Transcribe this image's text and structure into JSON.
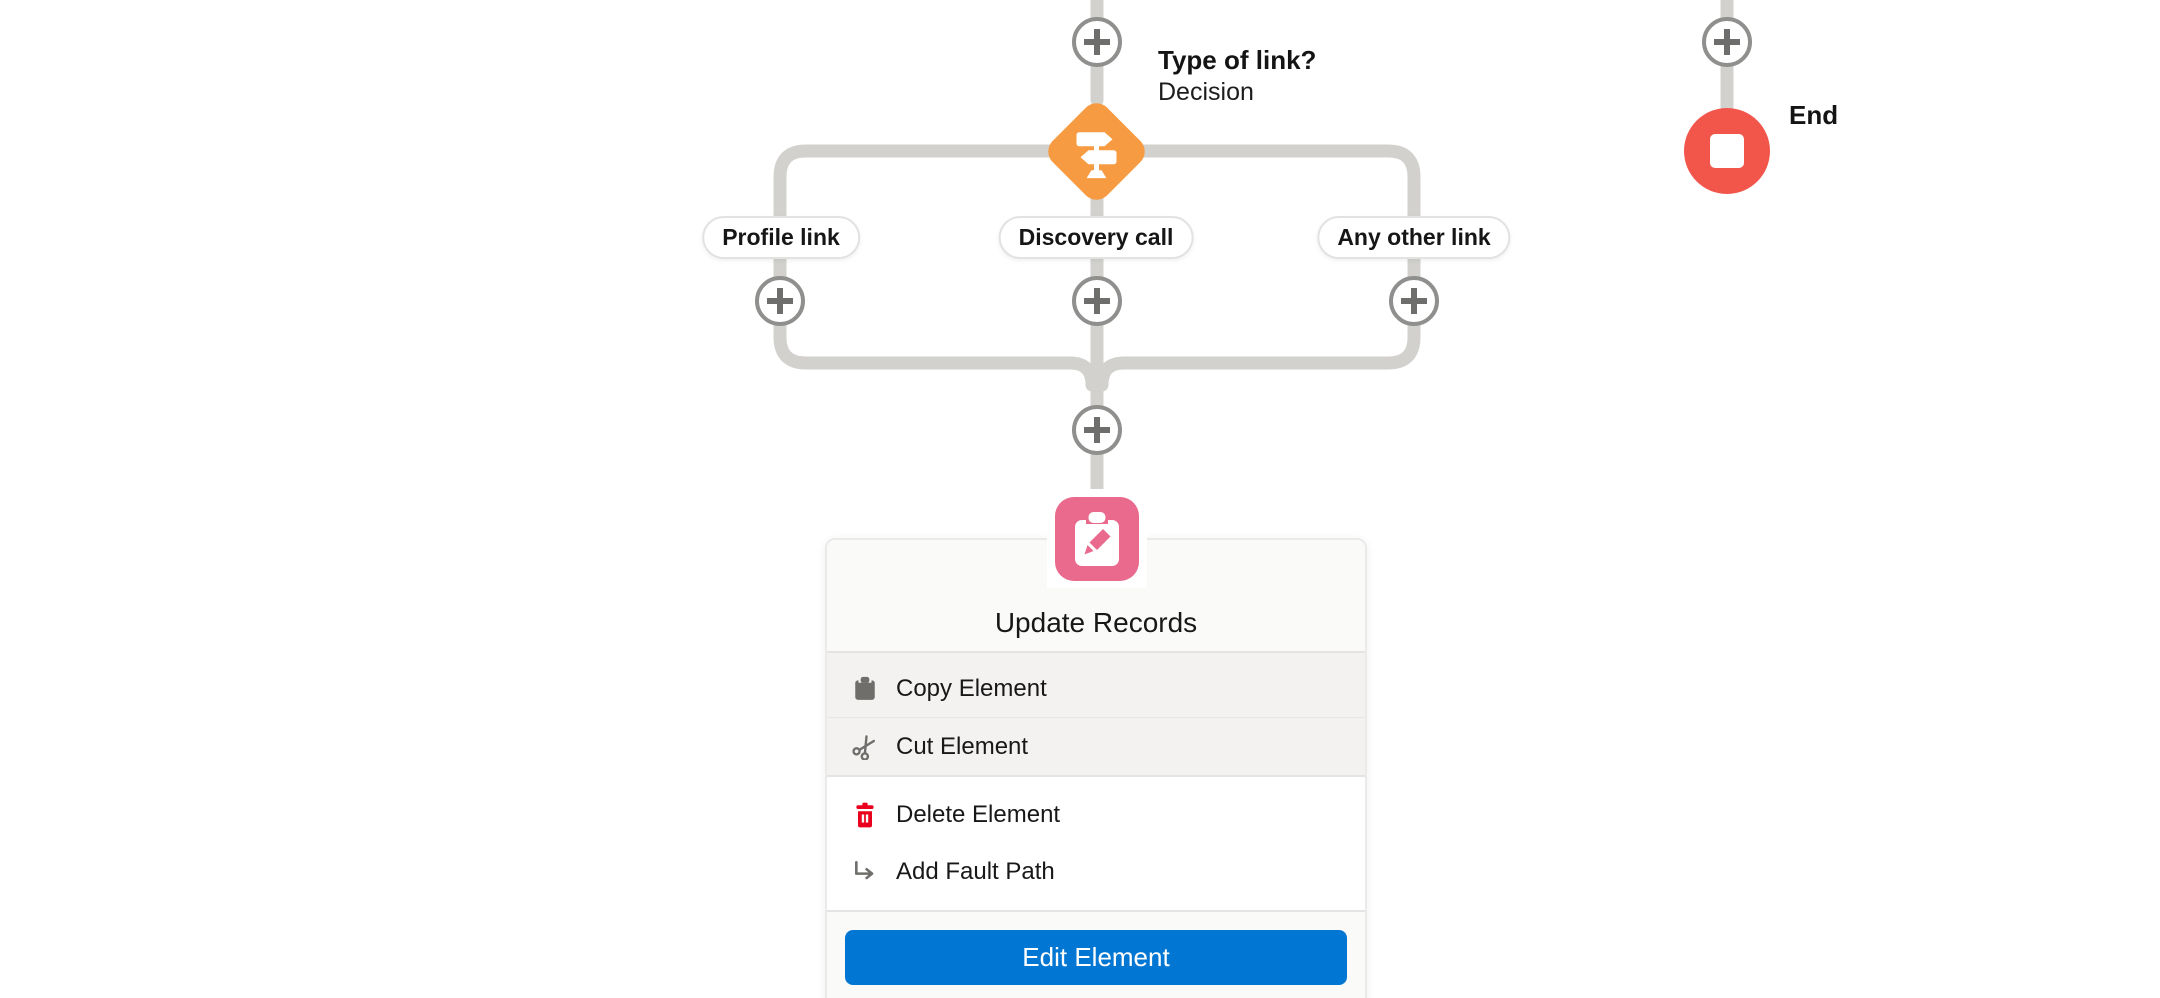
{
  "flow": {
    "decision_node": {
      "label": "Type of link?",
      "type_text": "Decision"
    },
    "branch_labels": [
      "Profile link",
      "Discovery call",
      "Any other link"
    ],
    "end_node": {
      "label": "End"
    }
  },
  "context_menu": {
    "title": "Update Records",
    "items": [
      {
        "label": "Copy Element",
        "icon": "clipboard-icon"
      },
      {
        "label": "Cut Element",
        "icon": "scissors-icon"
      },
      {
        "label": "Delete Element",
        "icon": "trash-icon"
      },
      {
        "label": "Add Fault Path",
        "icon": "fault-path-arrow-icon"
      }
    ],
    "primary_action_label": "Edit Element"
  },
  "colors": {
    "decision_orange": "#F69B42",
    "update_records_pink": "#E96A8C",
    "end_red": "#F2564B",
    "delete_red": "#EA001E",
    "primary_button_blue": "#0176D3",
    "connector_gray": "#D2D1CE"
  }
}
